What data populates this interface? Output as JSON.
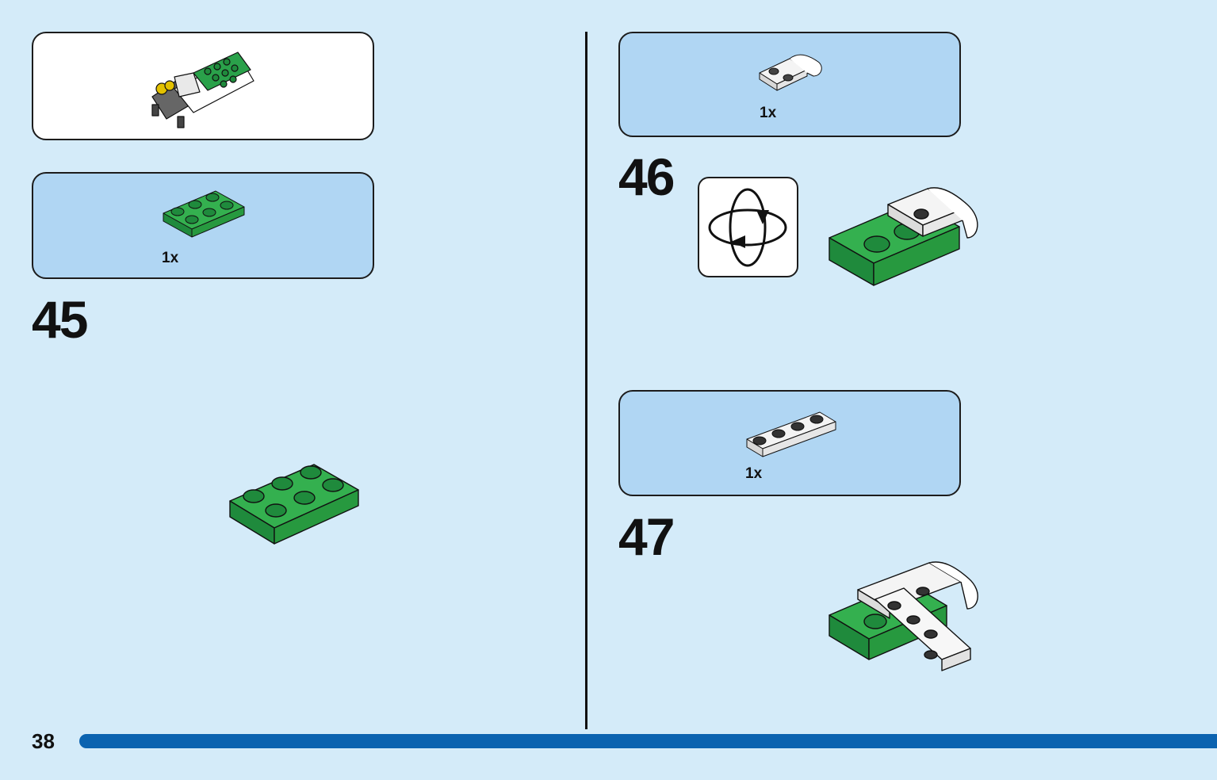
{
  "page": {
    "number": "38",
    "progress": 1.0
  },
  "sections": [
    {
      "step": "45",
      "parts": [
        {
          "qty": "1x",
          "part": "green 2x3 plate"
        }
      ]
    },
    {
      "step": "46",
      "parts": [
        {
          "qty": "1x",
          "part": "white plate with bar handle"
        }
      ],
      "icon": "rotate-model-icon"
    },
    {
      "step": "47",
      "parts": [
        {
          "qty": "1x",
          "part": "white 1x4 plate"
        }
      ]
    }
  ],
  "colors": {
    "background": "#d4ebf9",
    "parts_box": "#b0d6f3",
    "green_brick": "#2aa14a",
    "progress_bar": "#0b63b0"
  }
}
